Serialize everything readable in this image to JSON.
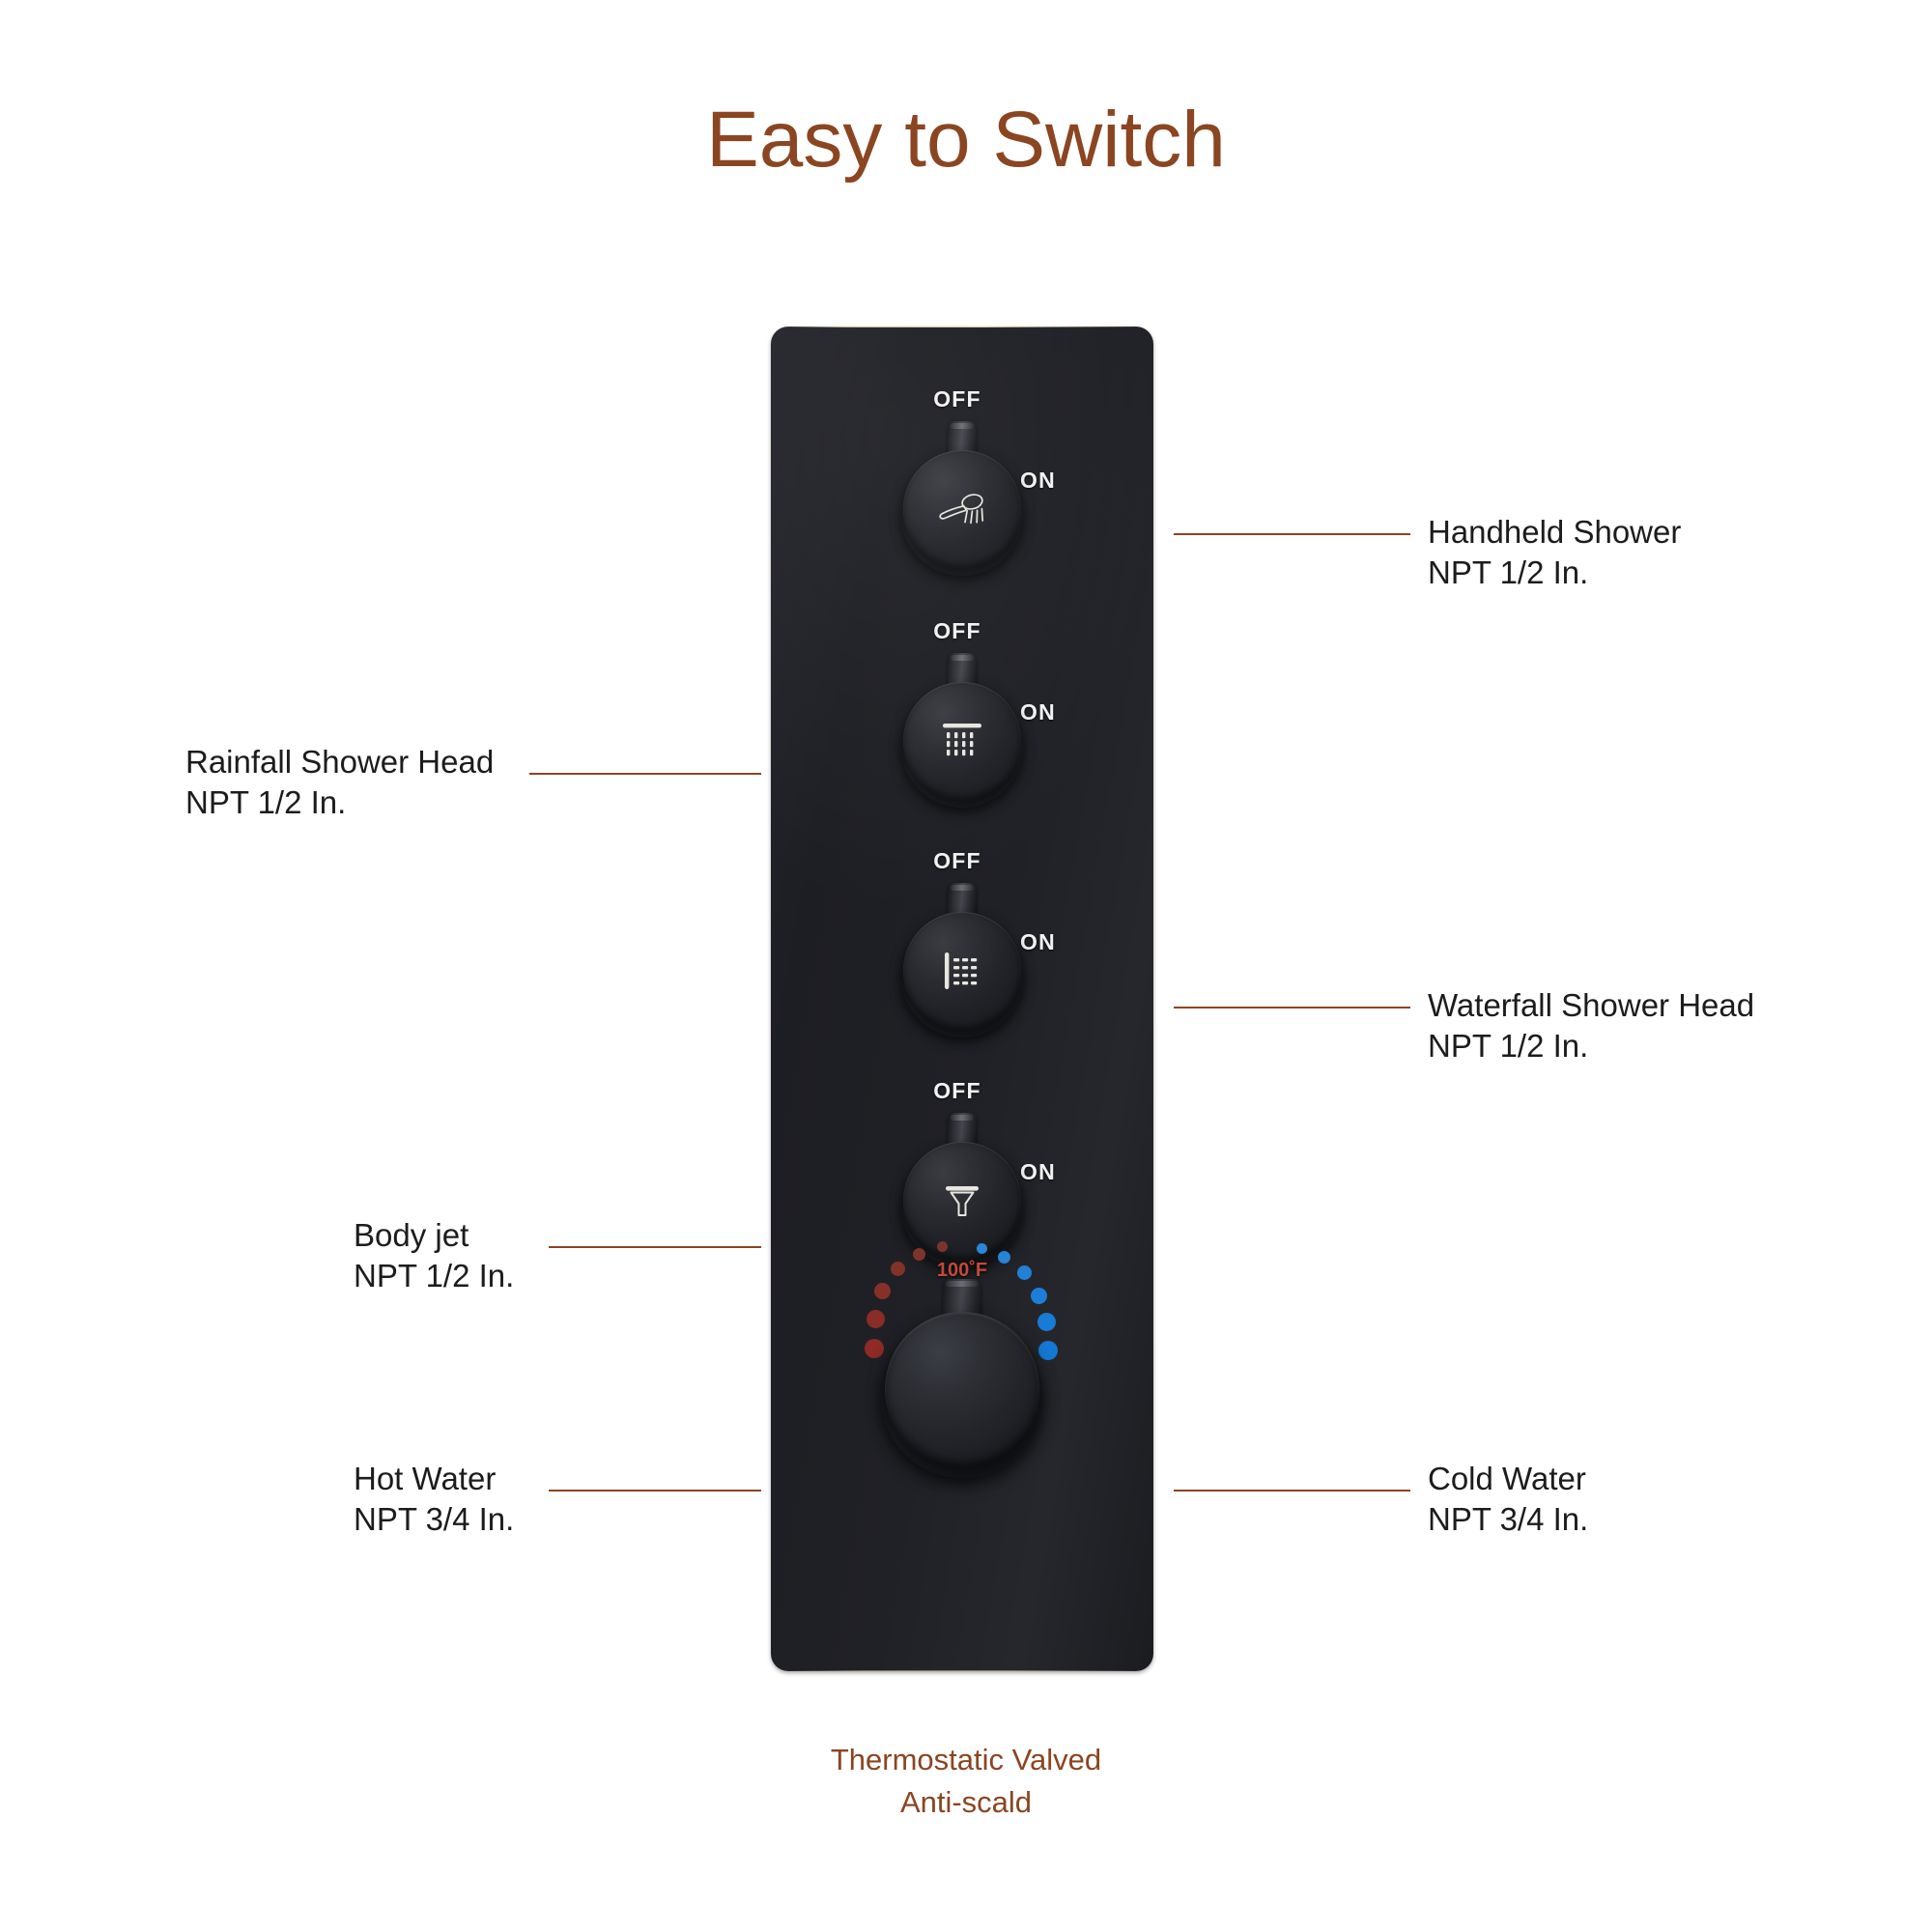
{
  "page": {
    "title": "Easy to Switch",
    "background_color": "#FFFFFF",
    "accent_color": "#8B4521",
    "text_color": "#1C1C1C"
  },
  "panel": {
    "name": "thermostatic-shower-valve-panel",
    "color": "#202126",
    "caption_line1": "Thermostatic Valved",
    "caption_line2": "Anti-scald"
  },
  "controls": [
    {
      "id": "handheld-shower",
      "icon": "handheld-shower-icon",
      "off_label": "OFF",
      "on_label": "ON"
    },
    {
      "id": "rainfall-shower-head",
      "icon": "rainfall-shower-icon",
      "off_label": "OFF",
      "on_label": "ON"
    },
    {
      "id": "waterfall-shower-head",
      "icon": "waterfall-shower-icon",
      "off_label": "OFF",
      "on_label": "ON"
    },
    {
      "id": "body-jet",
      "icon": "body-jet-icon",
      "off_label": "OFF",
      "on_label": "ON"
    }
  ],
  "temperature_dial": {
    "id": "temperature-dial",
    "reading": "100˚F",
    "reading_color": "#C24A3B",
    "hot_dot_color": "#8E2B26",
    "cold_dot_color": "#1E7FD4",
    "hot_dot_count": 6,
    "cold_dot_count": 6
  },
  "callouts": {
    "handheld_shower": {
      "side": "right",
      "line1": "Handheld Shower",
      "line2": "NPT 1/2 In."
    },
    "rainfall_shower_head": {
      "side": "left",
      "line1": "Rainfall Shower Head",
      "line2": "NPT 1/2 In."
    },
    "waterfall_shower_head": {
      "side": "right",
      "line1": "Waterfall Shower Head",
      "line2": "NPT 1/2 In."
    },
    "body_jet": {
      "side": "left",
      "line1": "Body jet",
      "line2": "NPT 1/2 In."
    },
    "hot_water": {
      "side": "left",
      "line1": "Hot Water",
      "line2": "NPT 3/4 In."
    },
    "cold_water": {
      "side": "right",
      "line1": "Cold Water",
      "line2": "NPT 3/4 In."
    }
  }
}
